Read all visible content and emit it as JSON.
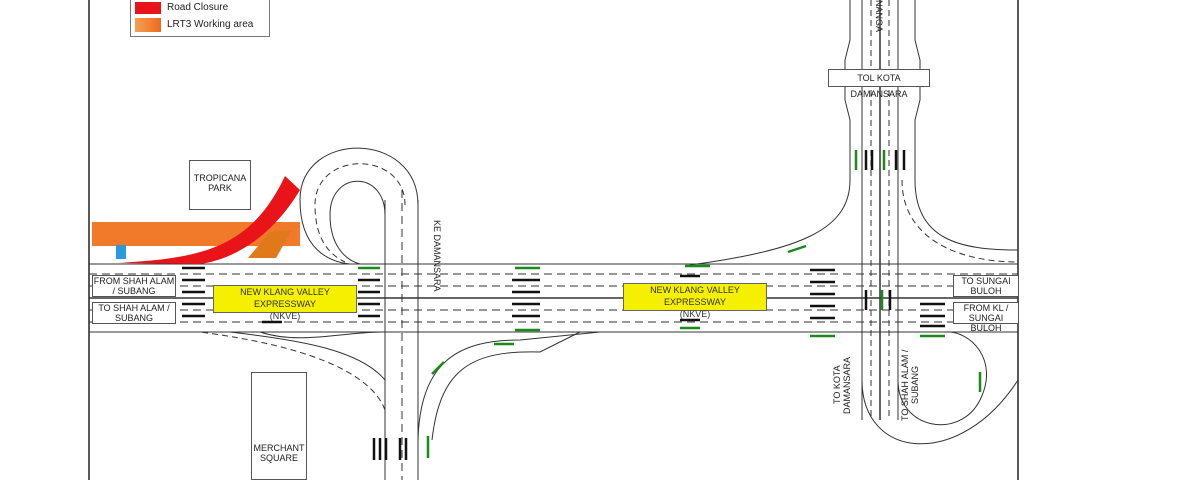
{
  "legend": {
    "items": [
      {
        "label": "Road Closure",
        "color": "#e8141a"
      },
      {
        "label": "LRT3 Working area",
        "color": "#f07a2a"
      }
    ]
  },
  "labels": {
    "tropicana": "TROPICANA PARK",
    "merchant": "MERCHANT SQUARE",
    "from_shah_alam": "FROM SHAH ALAM / SUBANG",
    "to_shah_alam": "TO SHAH ALAM / SUBANG",
    "nkve1": "NEW KLANG VALLEY EXPRESSWAY",
    "nkve1b": "(NKVE)",
    "nkve2": "NEW KLANG VALLEY EXPRESSWAY",
    "nkve2b": "(NKVE)",
    "ke_damansara": "KE DAMANSARA",
    "tol": "TOL KOTA DAMANSARA",
    "nanga": "NANGA",
    "to_sungai_buloh": "TO SUNGAI BULOH",
    "from_kl": "FROM KL / SUNGAI BULOH",
    "to_kota_damansara": "TO KOTA DAMANSARA",
    "to_shah_alam_subang": "TO SHAH ALAM / SUBANG"
  },
  "colors": {
    "arrow_green": "#1a8a1a",
    "arrow_black": "#111",
    "closure": "#e8141a",
    "lrt": "#f07a2a"
  }
}
